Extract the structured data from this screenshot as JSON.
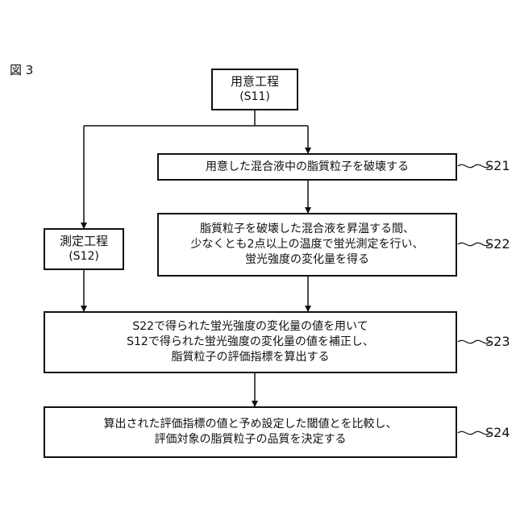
{
  "figure_label": "図 3",
  "boxes": {
    "prep": {
      "line1": "用意工程",
      "line2": "(S11)"
    },
    "measure": {
      "line1": "測定工程",
      "line2": "(S12)"
    },
    "s21": {
      "line1": "用意した混合液中の脂質粒子を破壊する"
    },
    "s22": {
      "line1": "脂質粒子を破壊した混合液を昇温する間、",
      "line2": "少なくとも2点以上の温度で蛍光測定を行い、",
      "line3": "蛍光強度の変化量を得る"
    },
    "s23": {
      "line1": "S22で得られた蛍光強度の変化量の値を用いて",
      "line2": "S12で得られた蛍光強度の変化量の値を補正し、",
      "line3": "脂質粒子の評価指標を算出する"
    },
    "s24": {
      "line1": "算出された評価指標の値と予め設定した閾値とを比較し、",
      "line2": "評価対象の脂質粒子の品質を決定する"
    }
  },
  "step_labels": {
    "s21": "S21",
    "s22": "S22",
    "s23": "S23",
    "s24": "S24"
  }
}
